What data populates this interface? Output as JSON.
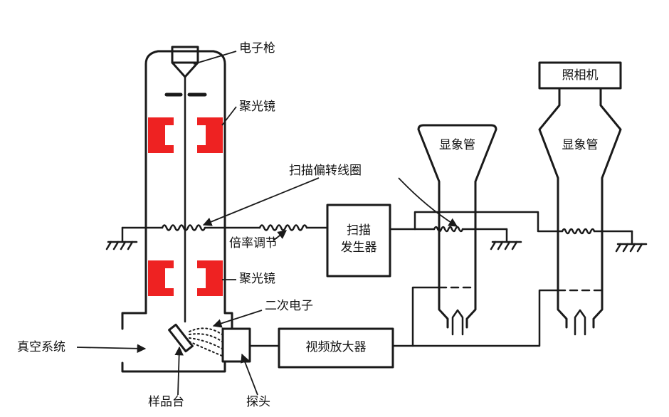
{
  "labels": {
    "electron_gun": "电子枪",
    "condenser_top": "聚光镜",
    "scan_coil": "扫描偏转线圈",
    "magnification": "倍率调节",
    "scan_gen_line1": "扫描",
    "scan_gen_line2": "发生器",
    "condenser_bottom": "聚光镜",
    "secondary_electron": "二次电子",
    "vacuum": "真空系统",
    "sample_stage": "样品台",
    "detector": "探头",
    "video_amp": "视频放大器",
    "crt_1": "显象管",
    "crt_2": "显象管",
    "camera": "照相机"
  },
  "colors": {
    "line": "#1a1a1a",
    "lens": "#ee2222",
    "background": "#ffffff"
  }
}
